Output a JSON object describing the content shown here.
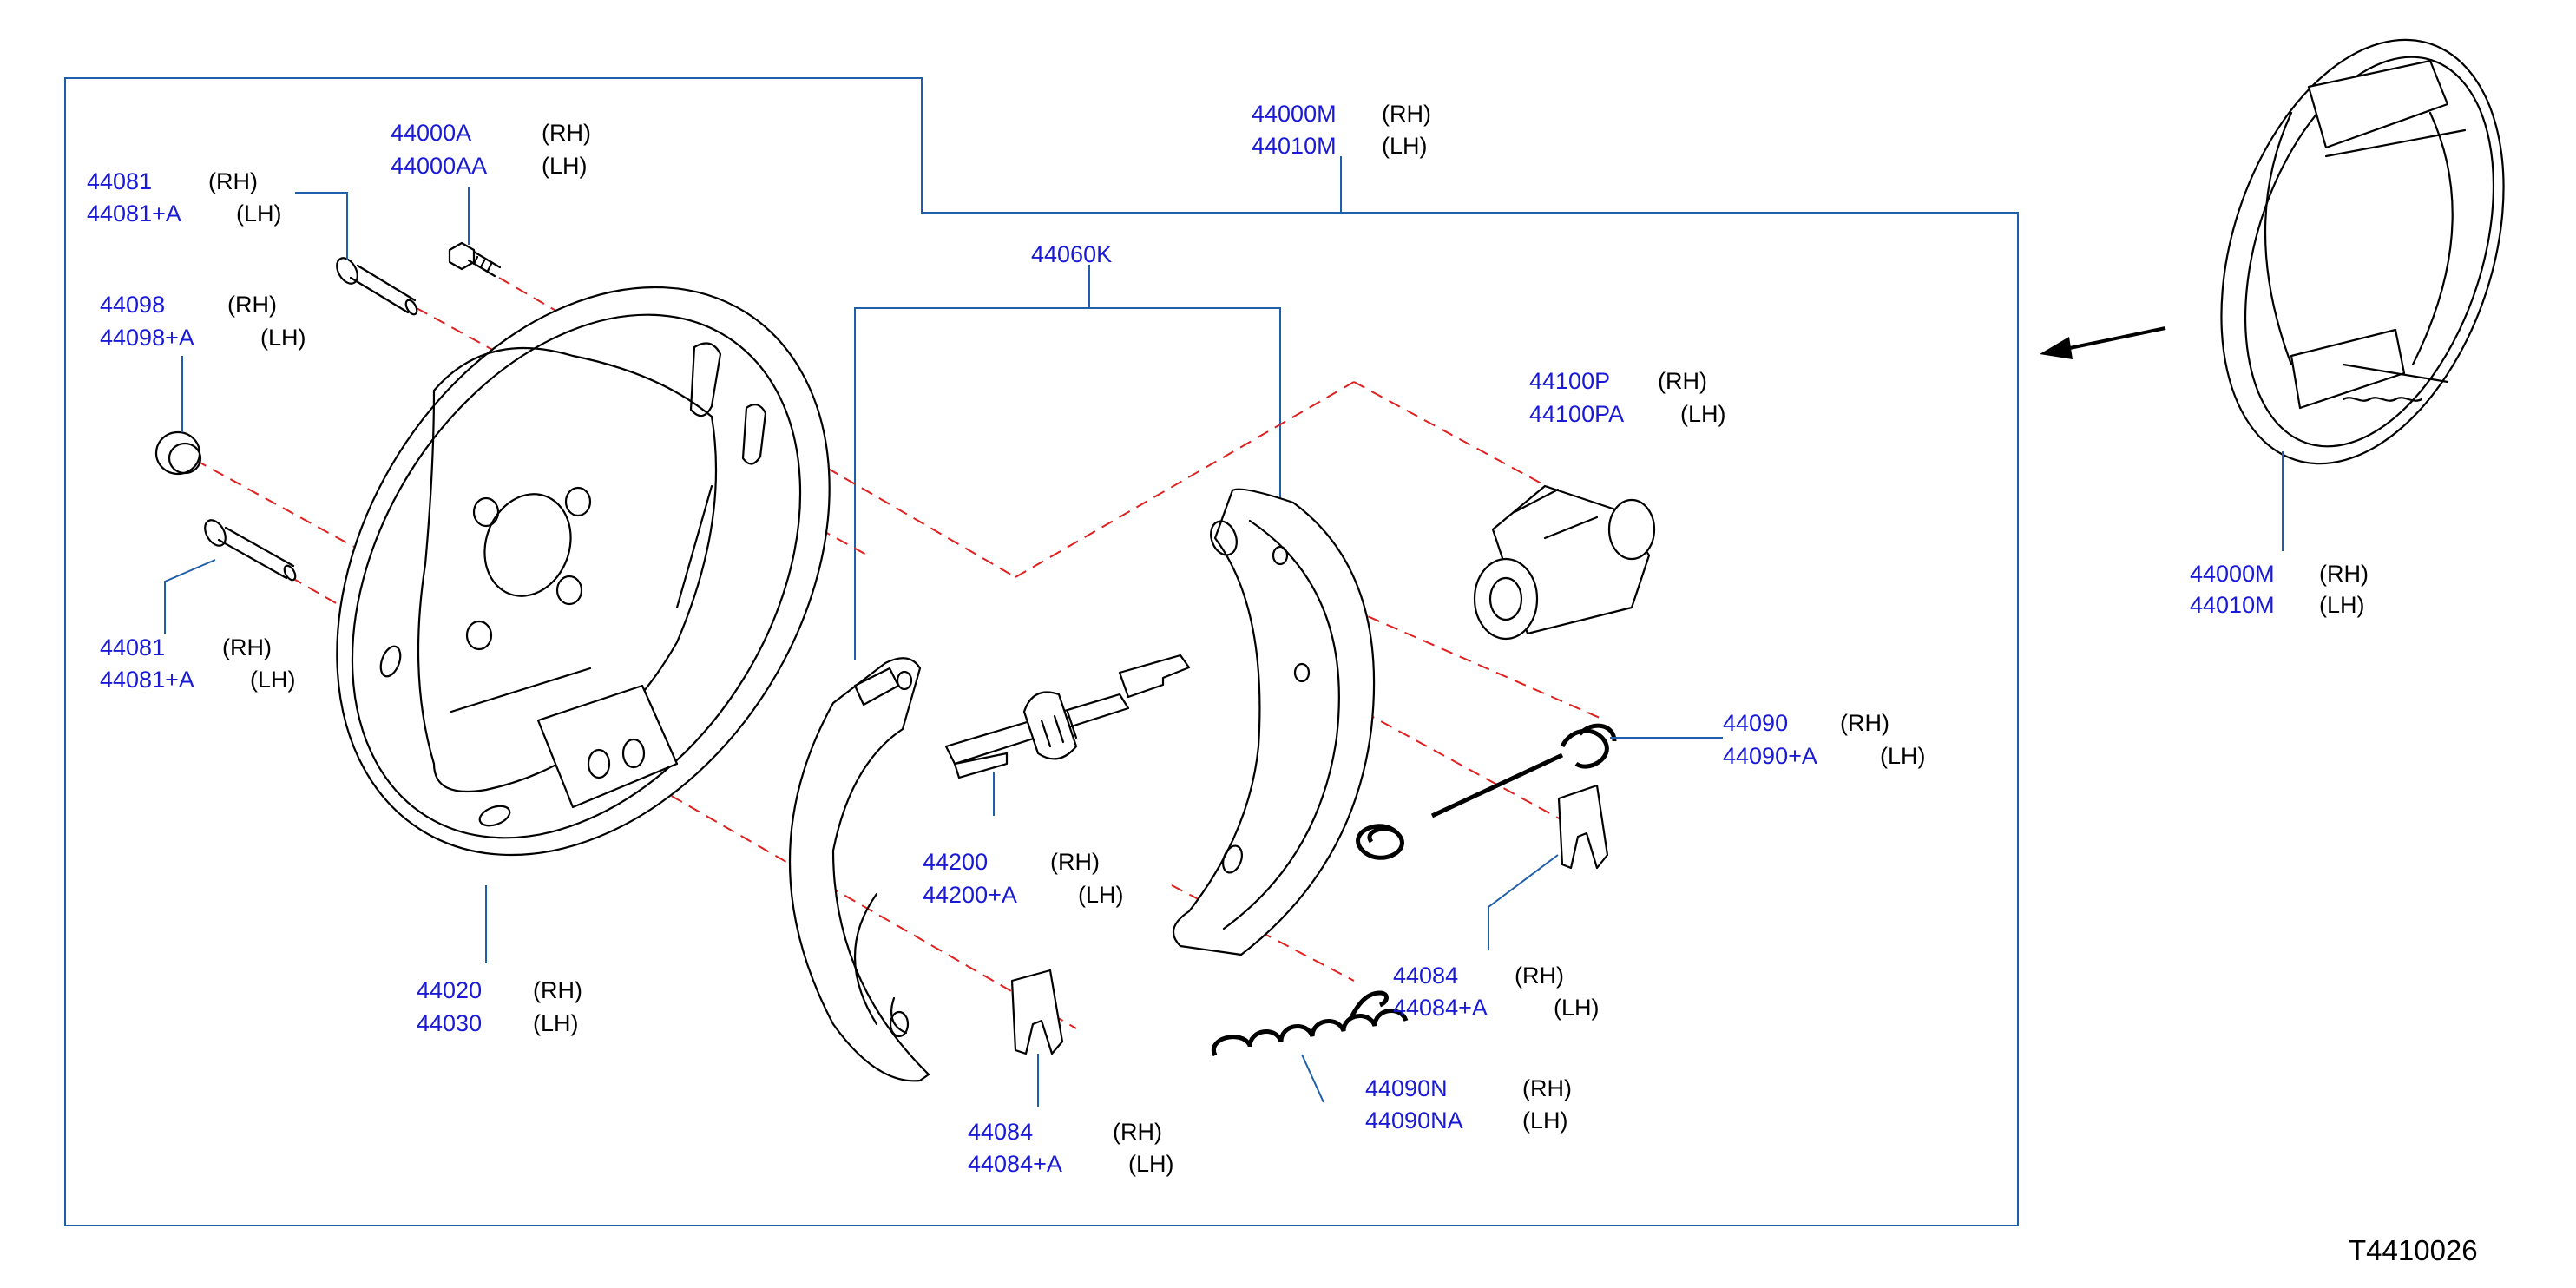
{
  "drawing_code": "T4410026",
  "colors": {
    "part_number": "#1a1ad6",
    "side": "#000000",
    "bracket": "#1f5ea8",
    "assembly_line": "#e02020"
  },
  "callouts": [
    {
      "id": "bolt-upper",
      "lines": [
        {
          "pn": "44081",
          "side": "(RH)"
        },
        {
          "pn": "44081+A",
          "side": "(LH)"
        }
      ]
    },
    {
      "id": "bolt-small",
      "lines": [
        {
          "pn": "44000A",
          "side": "(RH)"
        },
        {
          "pn": "44000AA",
          "side": "(LH)"
        }
      ]
    },
    {
      "id": "plug",
      "lines": [
        {
          "pn": "44098",
          "side": "(RH)"
        },
        {
          "pn": "44098+A",
          "side": "(LH)"
        }
      ]
    },
    {
      "id": "bolt-lower",
      "lines": [
        {
          "pn": "44081",
          "side": "(RH)"
        },
        {
          "pn": "44081+A",
          "side": "(LH)"
        }
      ]
    },
    {
      "id": "back-plate",
      "lines": [
        {
          "pn": "44020",
          "side": "(RH)"
        },
        {
          "pn": "44030",
          "side": "(LH)"
        }
      ]
    },
    {
      "id": "assembly-top",
      "lines": [
        {
          "pn": "44000M",
          "side": "(RH)"
        },
        {
          "pn": "44010M",
          "side": "(LH)"
        }
      ]
    },
    {
      "id": "shoe-set",
      "lines": [
        {
          "pn": "44060K",
          "side": ""
        }
      ]
    },
    {
      "id": "wheel-cylinder",
      "lines": [
        {
          "pn": "44100P",
          "side": "(RH)"
        },
        {
          "pn": "44100PA",
          "side": "(LH)"
        }
      ]
    },
    {
      "id": "adjuster",
      "lines": [
        {
          "pn": "44200",
          "side": "(RH)"
        },
        {
          "pn": "44200+A",
          "side": "(LH)"
        }
      ]
    },
    {
      "id": "upper-spring",
      "lines": [
        {
          "pn": "44090",
          "side": "(RH)"
        },
        {
          "pn": "44090+A",
          "side": "(LH)"
        }
      ]
    },
    {
      "id": "clip-right",
      "lines": [
        {
          "pn": "44084",
          "side": "(RH)"
        },
        {
          "pn": "44084+A",
          "side": "(LH)"
        }
      ]
    },
    {
      "id": "lower-spring",
      "lines": [
        {
          "pn": "44090N",
          "side": "(RH)"
        },
        {
          "pn": "44090NA",
          "side": "(LH)"
        }
      ]
    },
    {
      "id": "clip-left",
      "lines": [
        {
          "pn": "44084",
          "side": "(RH)"
        },
        {
          "pn": "44084+A",
          "side": "(LH)"
        }
      ]
    },
    {
      "id": "assembly-right",
      "lines": [
        {
          "pn": "44000M",
          "side": "(RH)"
        },
        {
          "pn": "44010M",
          "side": "(LH)"
        }
      ]
    }
  ]
}
